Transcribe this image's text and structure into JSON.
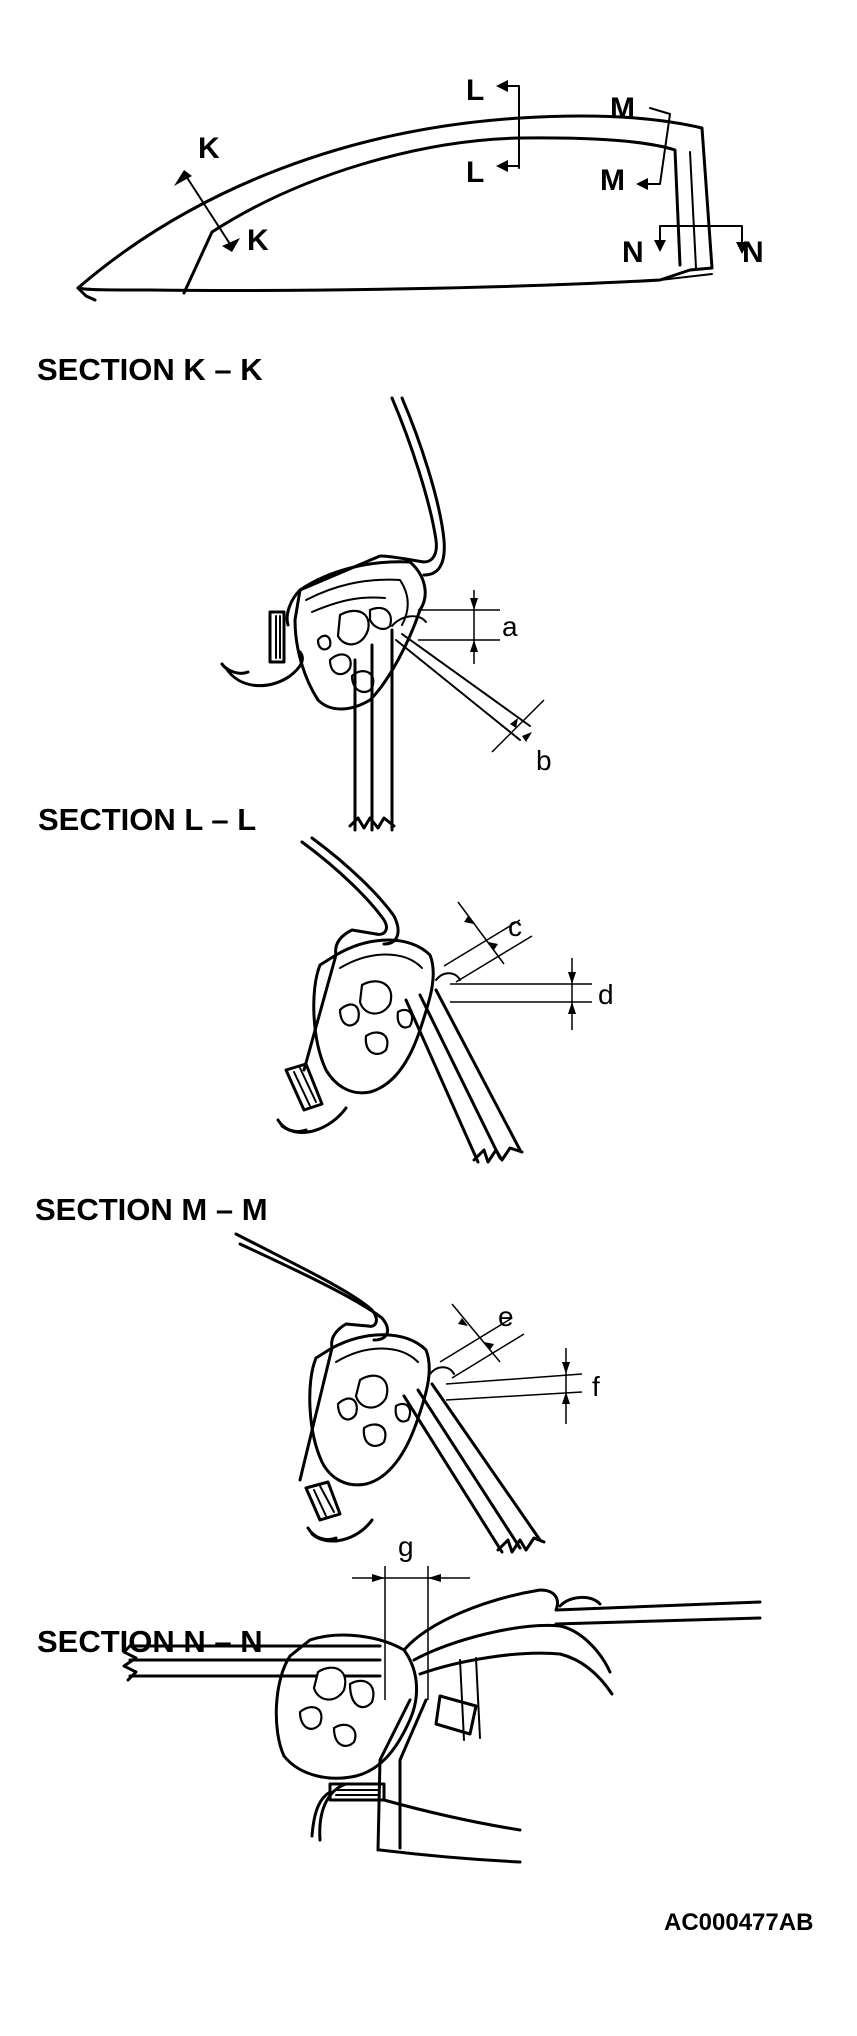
{
  "overview": {
    "markers": {
      "k_top": "K",
      "k_bottom": "K",
      "l_top": "L",
      "l_bottom": "L",
      "m_top": "M",
      "m_bottom": "M",
      "n_left": "N",
      "n_right": "N"
    }
  },
  "sections": [
    {
      "title": "SECTION K – K",
      "dims": [
        "a",
        "b"
      ]
    },
    {
      "title": "SECTION L – L",
      "dims": [
        "c",
        "d"
      ]
    },
    {
      "title": "SECTION M – M",
      "dims": [
        "e",
        "f"
      ]
    },
    {
      "title": "SECTION N – N",
      "dims": [
        "g"
      ]
    }
  ],
  "figure_code": "AC000477AB"
}
